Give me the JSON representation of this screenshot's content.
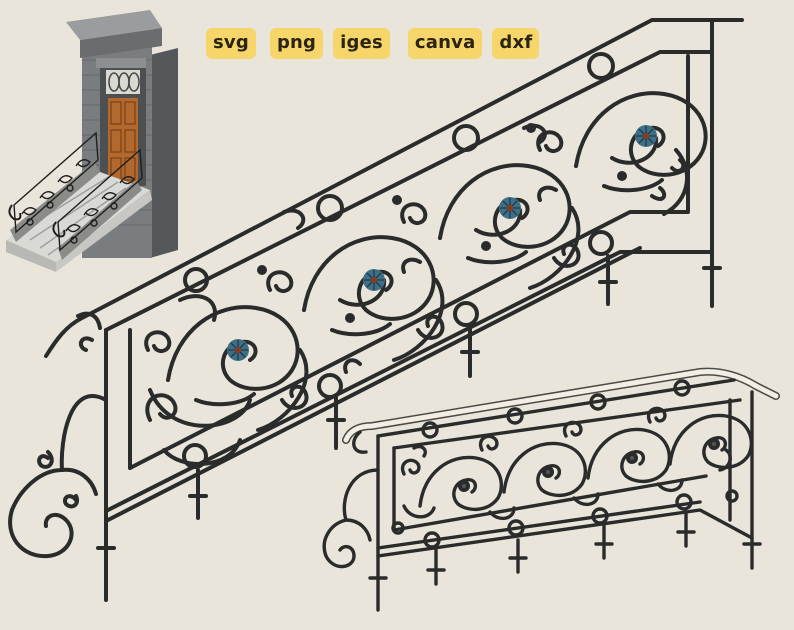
{
  "format_badges": [
    "svg",
    "png",
    "iges",
    "canva",
    "dxf"
  ],
  "colors": {
    "background": "#e9e5da",
    "badge": "#f6d66a",
    "iron": "#2a2b2b",
    "rosette": "#3f6f86",
    "handrail_cap": "#f2eee3",
    "building_wall": "#6d6f71",
    "door": "#b3692e",
    "steps": "#cfd0cb"
  },
  "icons": [
    "stair-railing-illustration",
    "building-entrance-thumbnail",
    "flat-railing-illustration"
  ]
}
